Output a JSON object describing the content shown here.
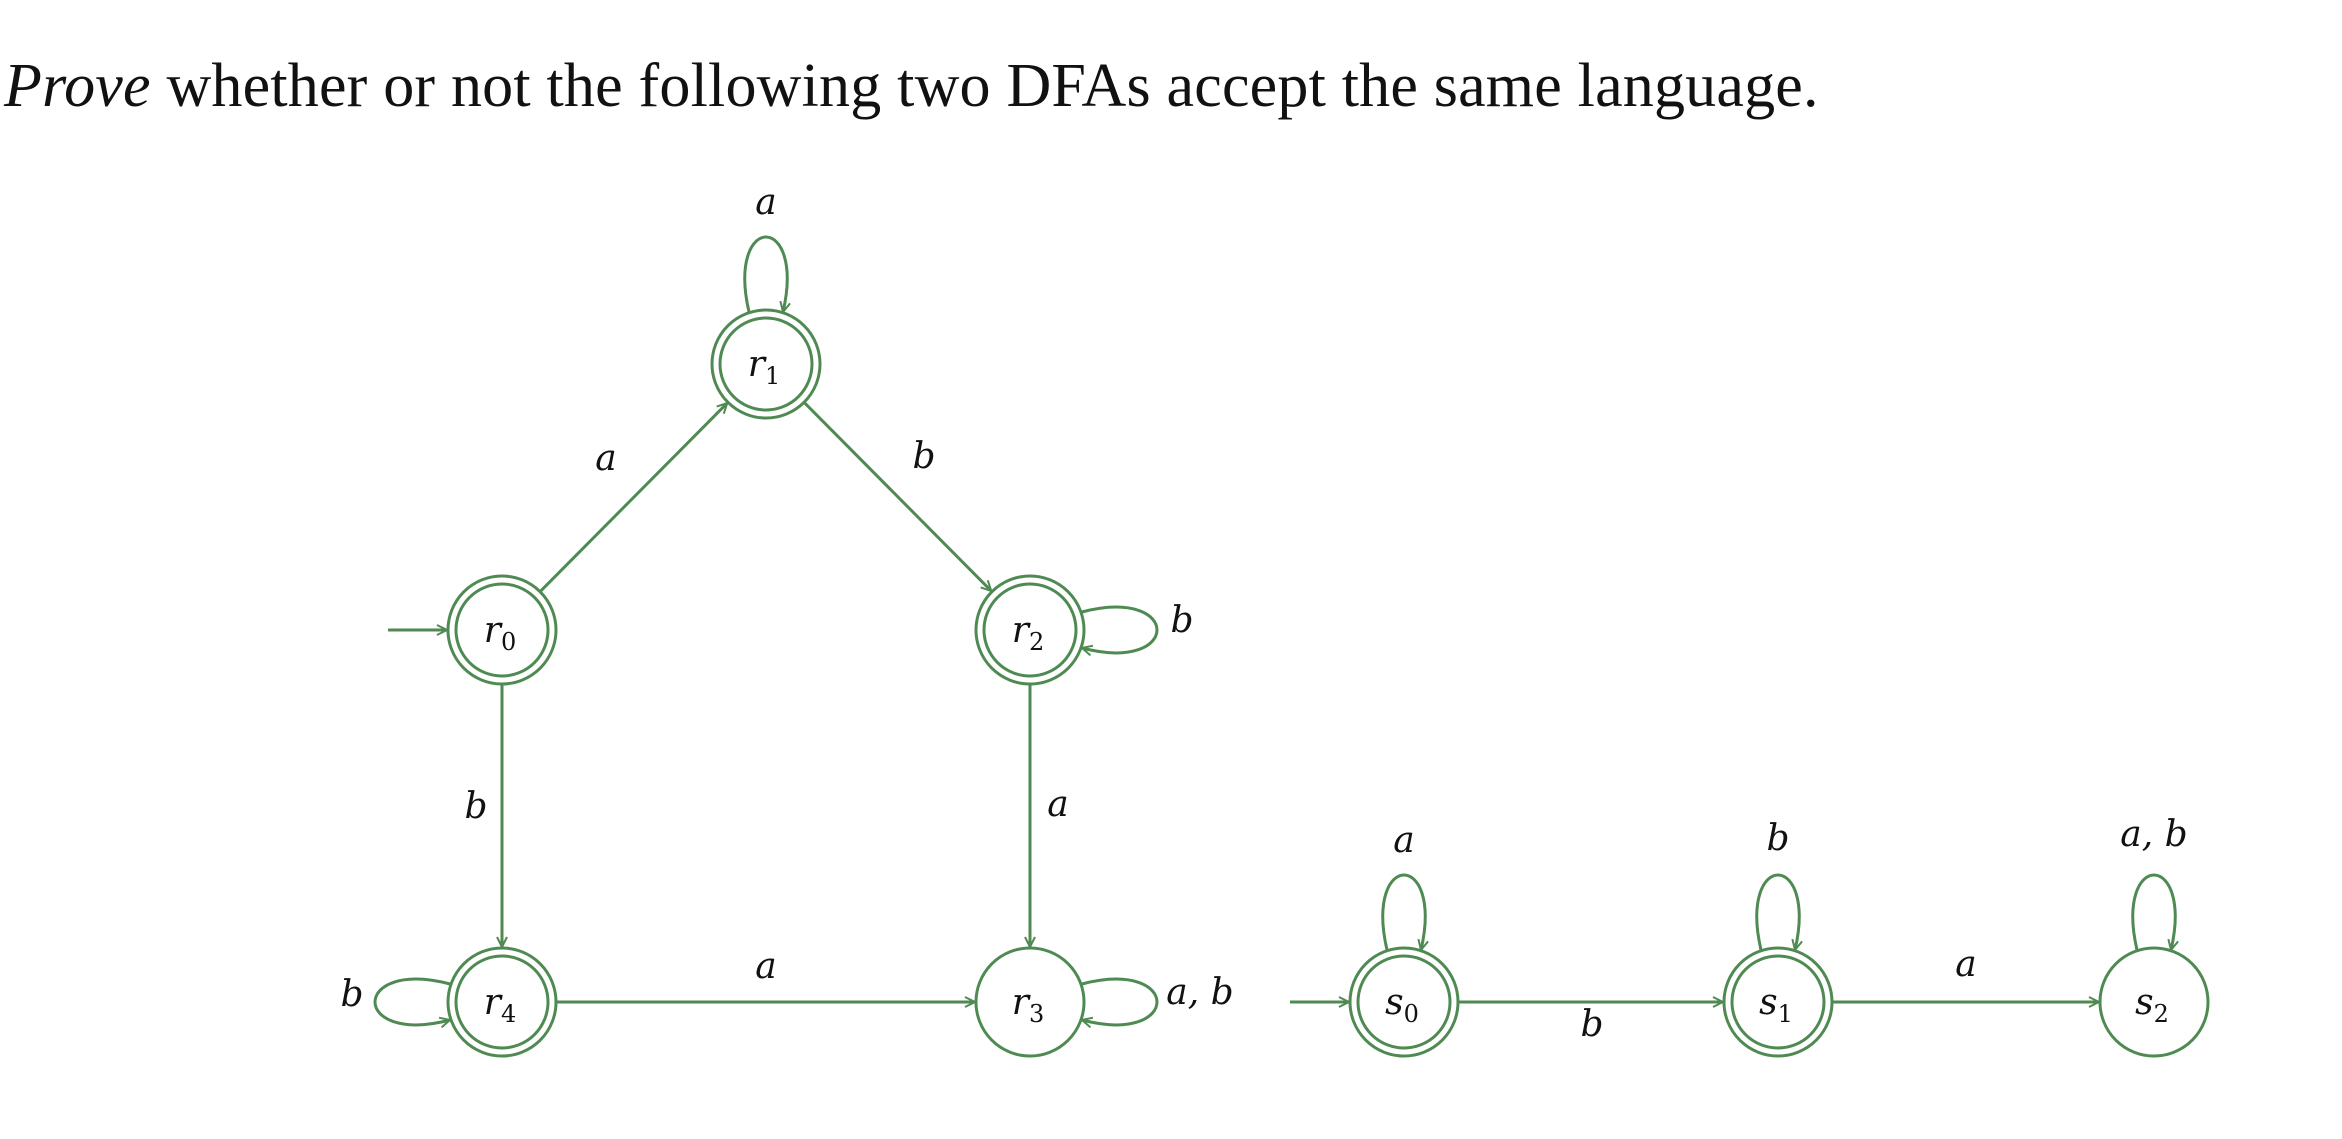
{
  "problem": {
    "emphasis": "Prove",
    "rest": " whether or not the following two DFAs accept the same language."
  },
  "colors": {
    "edge": "#4f8a52",
    "text": "#111111"
  },
  "dfa_r": {
    "states": [
      {
        "id": "r0",
        "base": "r",
        "sub": "0",
        "accepting": true,
        "start": true
      },
      {
        "id": "r1",
        "base": "r",
        "sub": "1",
        "accepting": true,
        "start": false
      },
      {
        "id": "r2",
        "base": "r",
        "sub": "2",
        "accepting": true,
        "start": false
      },
      {
        "id": "r3",
        "base": "r",
        "sub": "3",
        "accepting": false,
        "start": false
      },
      {
        "id": "r4",
        "base": "r",
        "sub": "4",
        "accepting": true,
        "start": false
      }
    ],
    "transitions": [
      {
        "from": "r0",
        "to": "r1",
        "label": "a"
      },
      {
        "from": "r1",
        "to": "r1",
        "label": "a"
      },
      {
        "from": "r1",
        "to": "r2",
        "label": "b"
      },
      {
        "from": "r2",
        "to": "r2",
        "label": "b"
      },
      {
        "from": "r0",
        "to": "r4",
        "label": "b"
      },
      {
        "from": "r2",
        "to": "r3",
        "label": "a"
      },
      {
        "from": "r4",
        "to": "r4",
        "label": "b"
      },
      {
        "from": "r4",
        "to": "r3",
        "label": "a"
      },
      {
        "from": "r3",
        "to": "r3",
        "label": "a, b"
      }
    ]
  },
  "dfa_s": {
    "states": [
      {
        "id": "s0",
        "base": "s",
        "sub": "0",
        "accepting": true,
        "start": true
      },
      {
        "id": "s1",
        "base": "s",
        "sub": "1",
        "accepting": true,
        "start": false
      },
      {
        "id": "s2",
        "base": "s",
        "sub": "2",
        "accepting": false,
        "start": false
      }
    ],
    "transitions": [
      {
        "from": "s0",
        "to": "s0",
        "label": "a"
      },
      {
        "from": "s0",
        "to": "s1",
        "label": "b"
      },
      {
        "from": "s1",
        "to": "s1",
        "label": "b"
      },
      {
        "from": "s1",
        "to": "s2",
        "label": "a"
      },
      {
        "from": "s2",
        "to": "s2",
        "label": "a, b"
      }
    ]
  }
}
